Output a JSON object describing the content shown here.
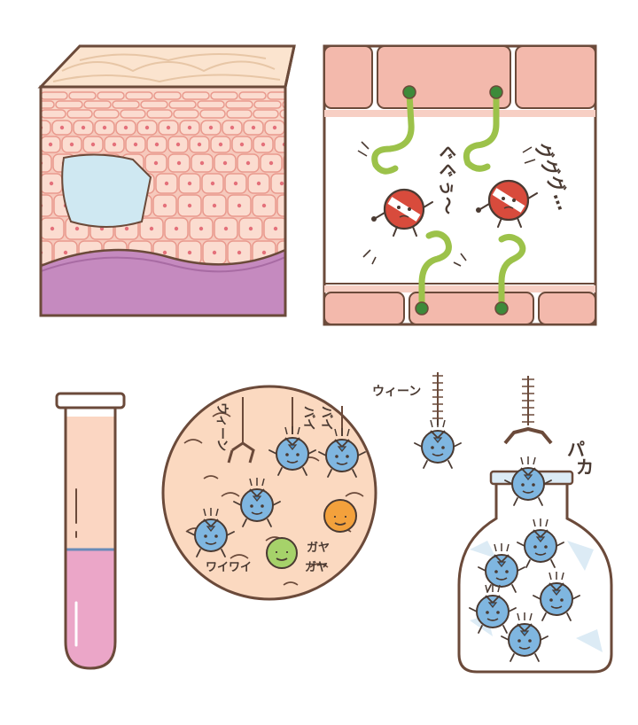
{
  "labels": {
    "guguu": "ぐぐぅ〜",
    "gugugu": "グググ…",
    "wiin_top": "ウィーン",
    "wiin_left": "ウィーン",
    "bai": "バイ",
    "bai2": "バイ",
    "pa": "パ",
    "ka": "カ",
    "waiwai": "ワイワイ",
    "gaya1": "ガヤ",
    "gaya2": "ガヤ"
  },
  "colors": {
    "outline": "#6b4a3a",
    "skin_cell": "#f6c9bc",
    "cell_nucleus": "#e4707a",
    "wound": "#cfe8f2",
    "dermis": "#c58abf",
    "vessel_wall": "#f3b9ac",
    "virus_red": "#d84b3c",
    "receptor_green": "#9cc24a",
    "tube_plasma": "#fbd6c2",
    "tube_blood": "#eba6c8",
    "dish_bg": "#fbd9c0",
    "microbe_blue": "#7fb6e0",
    "microbe_orange": "#f3a13c",
    "microbe_green": "#a6d26a",
    "jar_glass": "#dcebf5"
  },
  "icons": [
    "skin-tissue-block",
    "virus-binding-panel",
    "test-tube-icon",
    "petri-dish-icon",
    "crane-claw-icon",
    "sample-jar-icon"
  ]
}
